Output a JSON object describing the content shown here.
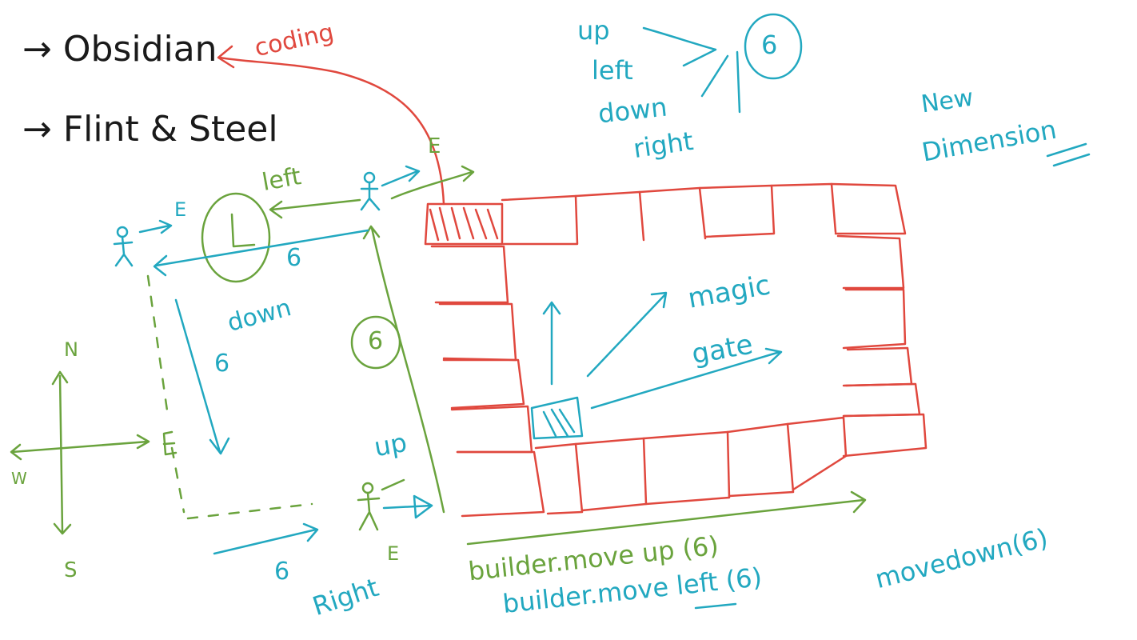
{
  "notes": {
    "obsidian": "→ Obsidian",
    "coding": "coding",
    "flint_steel": "→ Flint & Steel",
    "left_top": "left",
    "e_top_right": "E",
    "e_left_agent": "E",
    "l_circle": "L",
    "six_top": "6",
    "down": "down",
    "six_down": "6",
    "six_circle": "6",
    "north": "N",
    "west": "W",
    "east_compass": "E",
    "south": "S",
    "up_bottom": "up",
    "e_bottom": "E",
    "six_bottom": "6",
    "right_bottom": "Right",
    "moves_up": "up",
    "moves_left": "left",
    "moves_down": "down",
    "moves_right": "right",
    "six_circle_top": "6",
    "new": "New",
    "dimension": "Dimension",
    "magic_gate_1": "magic",
    "magic_gate_2": "gate",
    "code_line_1": "builder.move up (6)",
    "code_line_2": "builder.move left (6)",
    "movedown": "movedown(6)"
  },
  "colors": {
    "red": "#e0483e",
    "green": "#6aa33d",
    "teal": "#22a8c0",
    "black": "#1a1a1a"
  }
}
